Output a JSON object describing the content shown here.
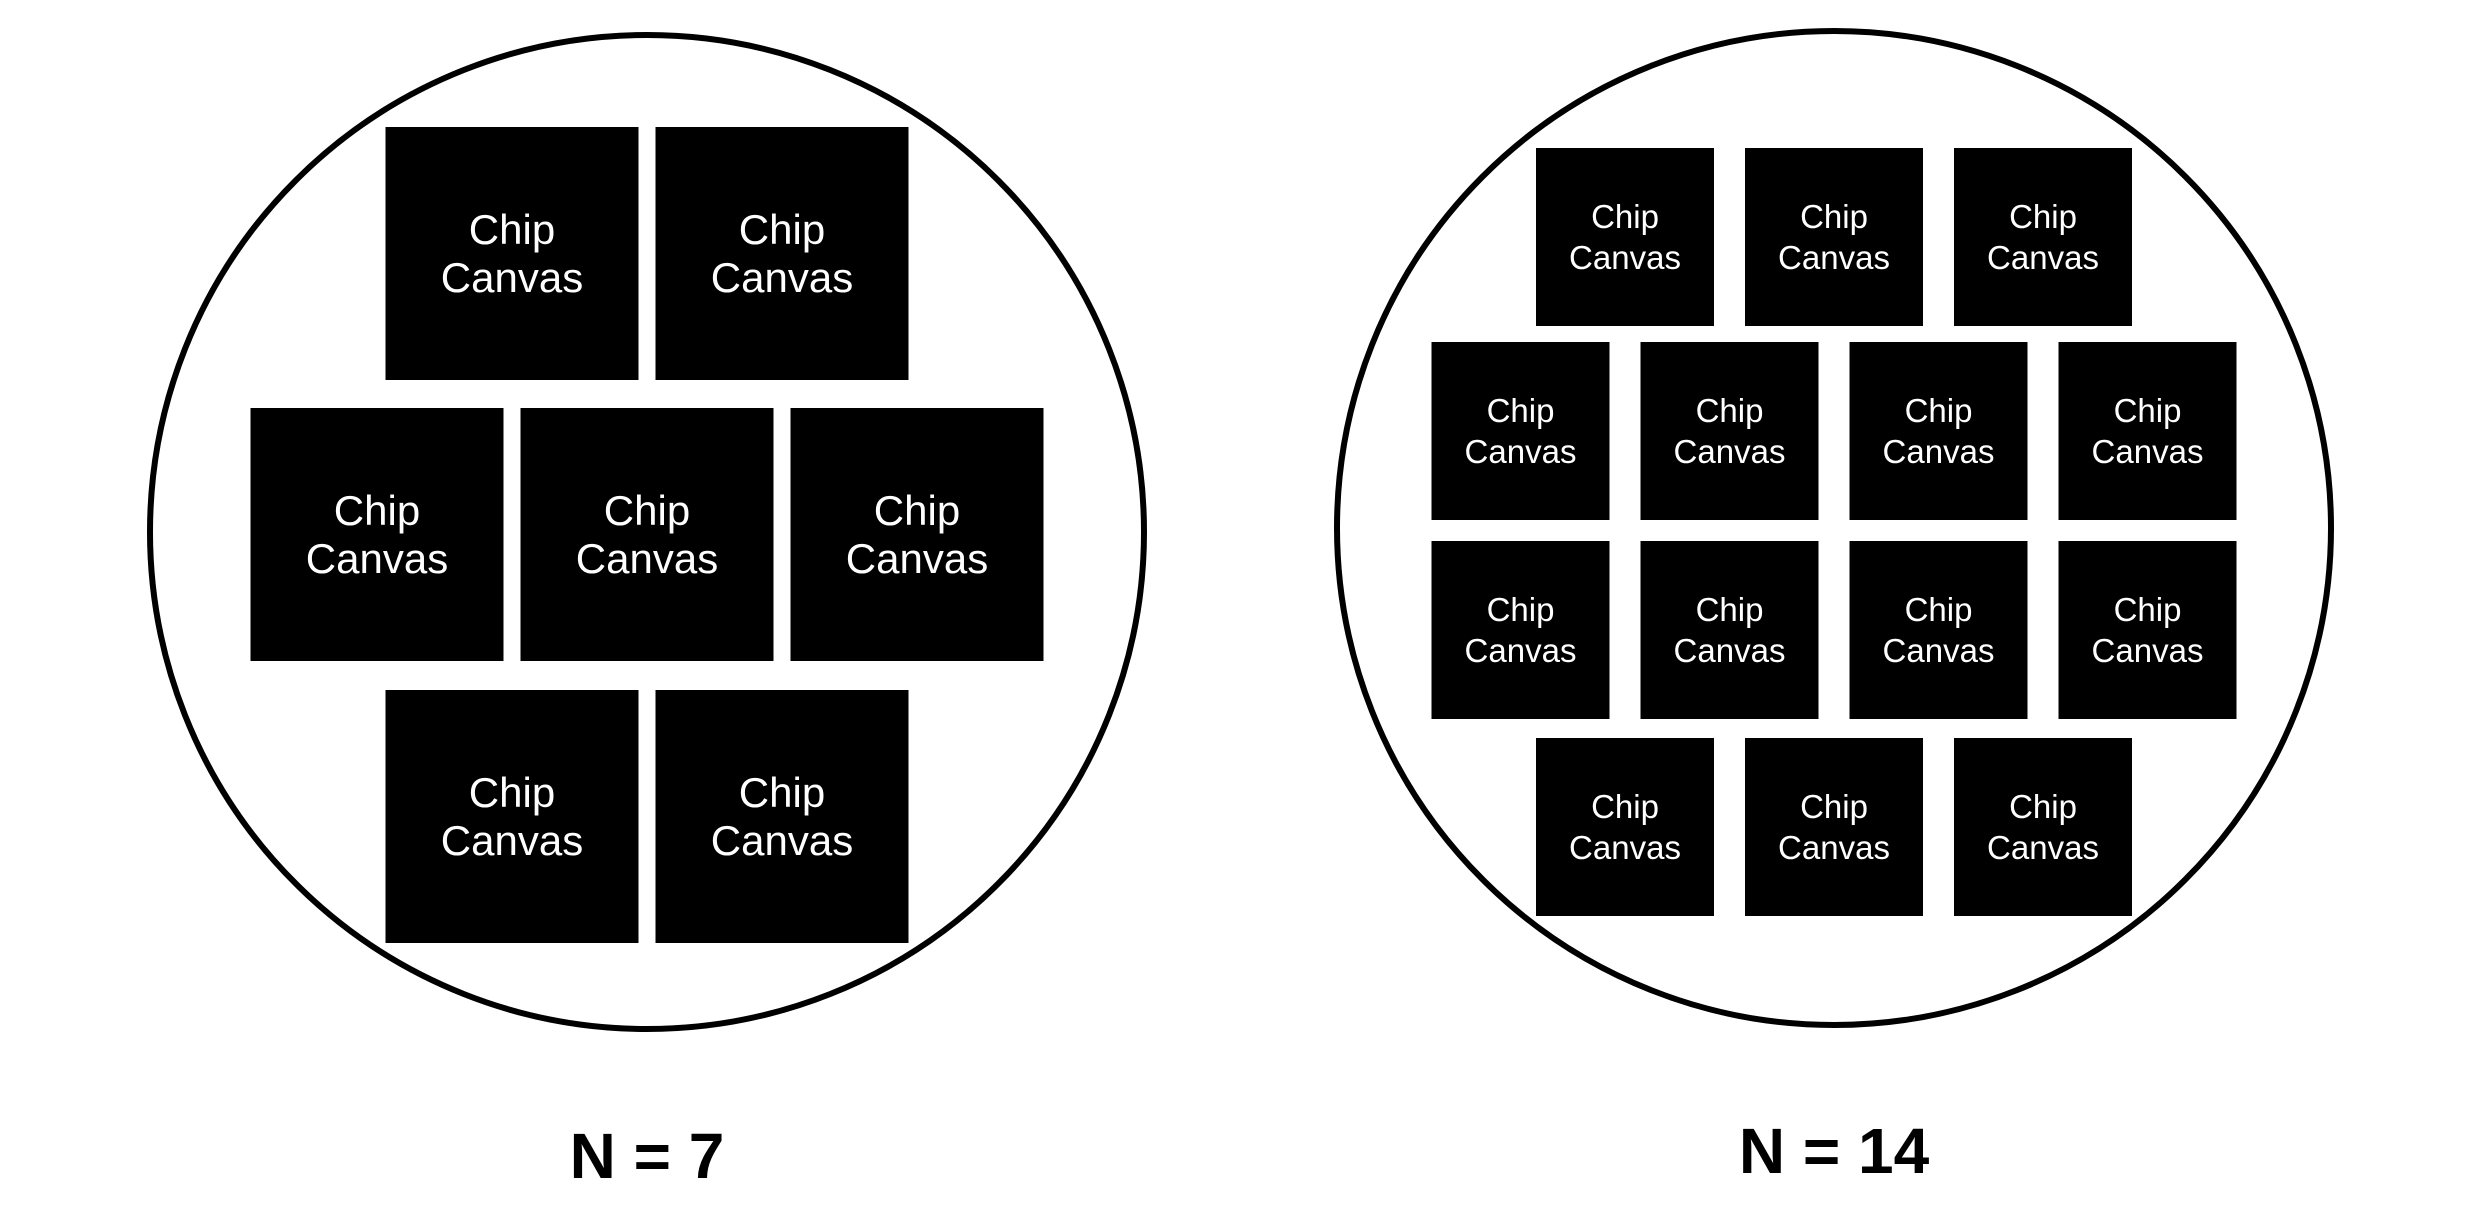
{
  "wafers": [
    {
      "caption": "N = 7",
      "chip_rows": [
        2,
        3,
        2
      ],
      "chip_label_lines": [
        "Chip",
        "Canvas"
      ]
    },
    {
      "caption": "N = 14",
      "chip_rows": [
        3,
        4,
        4,
        3
      ],
      "chip_label_lines": [
        "Chip",
        "Canvas"
      ]
    }
  ],
  "colors": {
    "chip_fill": "#000000",
    "chip_text": "#ffffff",
    "wafer_outline": "#000000",
    "background": "#ffffff"
  }
}
